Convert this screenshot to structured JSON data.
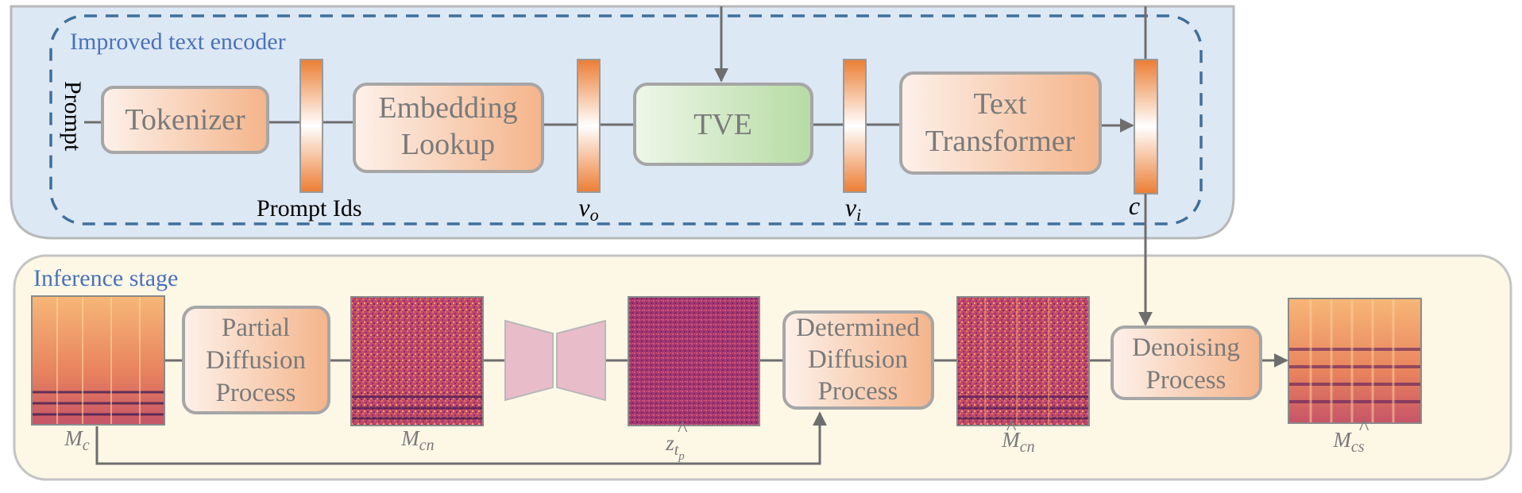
{
  "encoder": {
    "title": "Improved text encoder",
    "prompt_label": "Prompt",
    "tokenizer_label": "Tokenizer",
    "embedding_line1": "Embedding",
    "embedding_line2": "Lookup",
    "tve_label": "TVE",
    "transformer_line1": "Text",
    "transformer_line2": "Transformer",
    "prompt_ids_label": "Prompt Ids",
    "vo_base": "v",
    "vo_sub": "o",
    "vi_base": "v",
    "vi_sub": "i",
    "c_label": "c"
  },
  "inference": {
    "title": "Inference stage",
    "partial_line1": "Partial",
    "partial_line2": "Diffusion",
    "partial_line3": "Process",
    "determined_line1": "Determined",
    "determined_line2": "Diffusion",
    "determined_line3": "Process",
    "denoising_line1": "Denoising",
    "denoising_line2": "Process",
    "mc_base": "M",
    "mc_sub": "c",
    "mcn_base": "M",
    "mcn_sub": "cn",
    "z_base": "z",
    "z_sub": "t",
    "z_subsub": "p",
    "z_hat": "^",
    "mcn_hat_base": "M",
    "mcn_hat_sub": "cn",
    "mcn_hat_mark": "^",
    "mcs_base": "M",
    "mcs_sub": "cs",
    "mcs_hat_mark": "^"
  }
}
